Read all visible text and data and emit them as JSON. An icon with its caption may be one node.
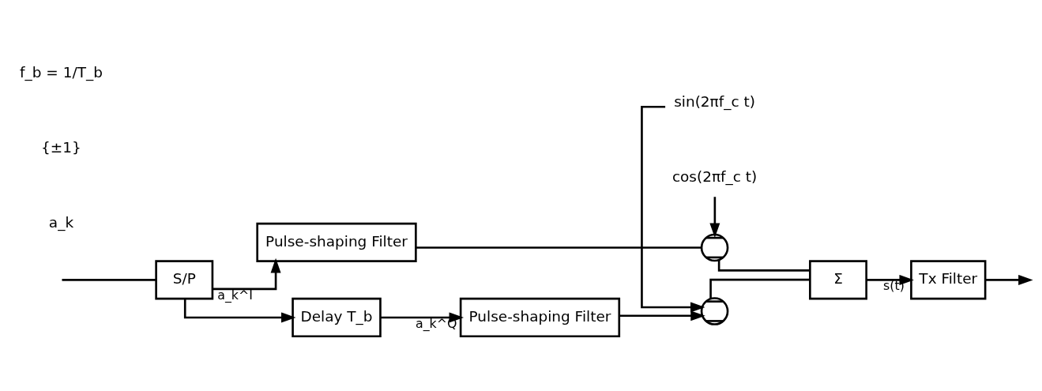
{
  "diagram": {
    "nodes": [
      {
        "text": [
          "S/P"
        ]
      },
      {
        "text": [
          "Pulse-shaping Filter"
        ]
      },
      {
        "text": [],
        "shape": "circle"
      },
      {
        "text": [
          "cos(2πf_c t)"
        ]
      },
      {
        "text": [
          "Delay T_b"
        ]
      },
      {
        "text": [
          "Pulse-shaping Filter"
        ]
      },
      {
        "text": [],
        "shape": "circle"
      },
      {
        "text": [
          "sin(2πf_c t)"
        ]
      },
      {
        "text": [
          "Σ"
        ]
      },
      {
        "text": [
          "Tx Filter"
        ]
      }
    ],
    "edges": [
      {
        "from": null,
        "to": 0,
        "arrow": "none"
      },
      {
        "from": 0,
        "to": 1,
        "arrow": "to",
        "label": "a_k^I"
      },
      {
        "from": 0,
        "to": 4,
        "arrow": "to"
      },
      {
        "from": 4,
        "to": 5,
        "arrow": "to",
        "label": "a_k^Q"
      },
      {
        "from": 1,
        "to": 2,
        "arrow": "none"
      },
      {
        "from": 3,
        "to": 2,
        "arrow": "to"
      },
      {
        "from": 5,
        "to": 6,
        "arrow": "to"
      },
      {
        "from": 7,
        "to": 6,
        "arrow": "to"
      },
      {
        "from": 2,
        "to": 8,
        "arrow": "none"
      },
      {
        "from": 6,
        "to": 8,
        "arrow": "none"
      },
      {
        "from": 8,
        "to": 9,
        "arrow": "to",
        "label": "s(t)"
      },
      {
        "from": 9,
        "to": null,
        "arrow": "to"
      }
    ],
    "labels": [
      "f_b = 1/T_b",
      "{±1}",
      "a_k"
    ]
  }
}
